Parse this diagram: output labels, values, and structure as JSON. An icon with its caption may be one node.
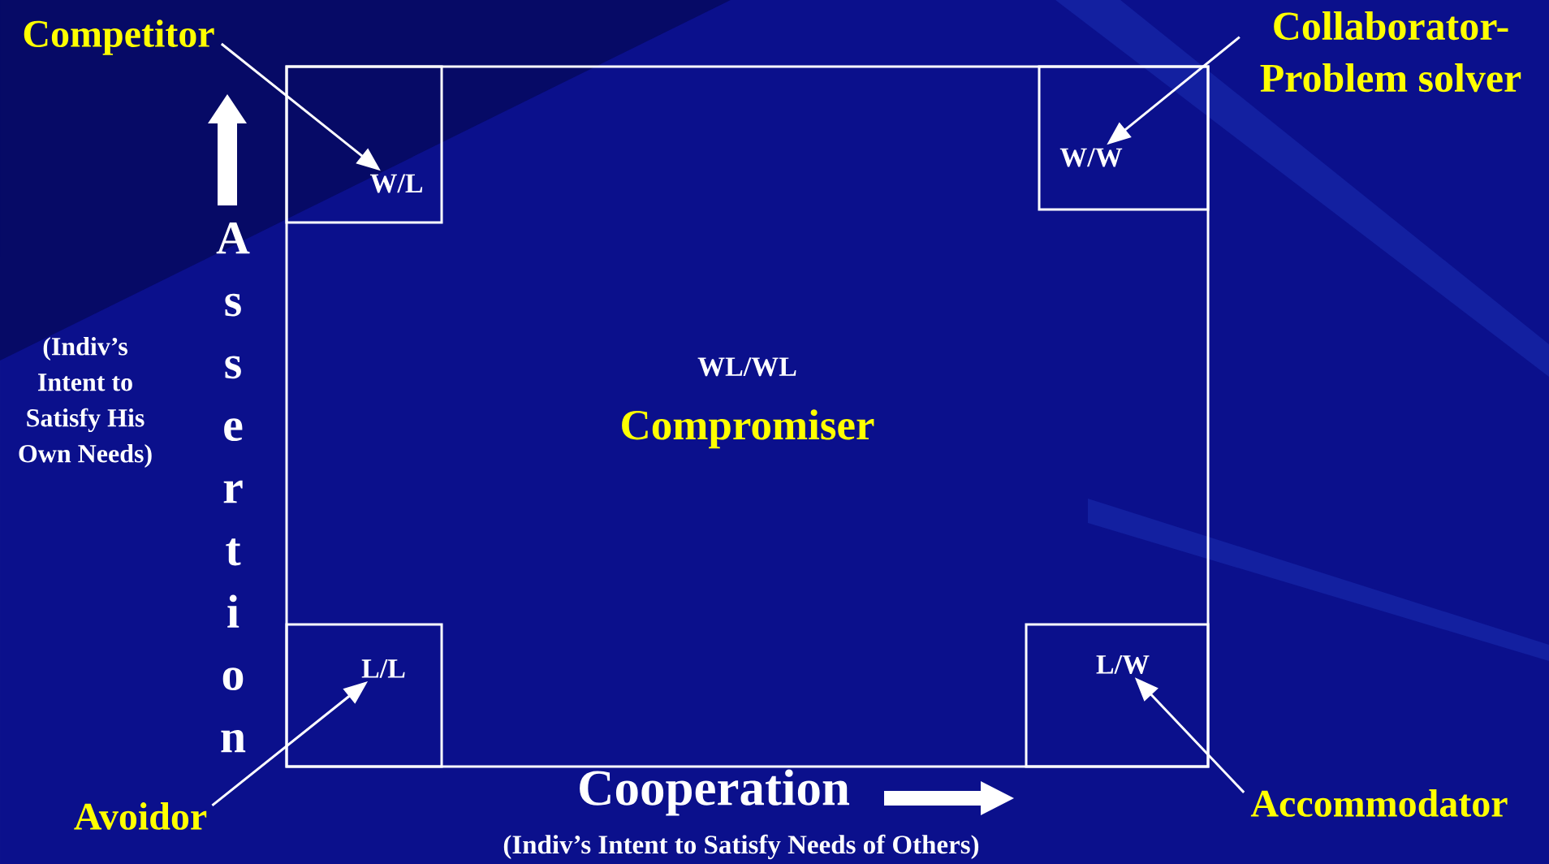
{
  "diagram": {
    "nodes": [
      {
        "text": [
          "WL/WL",
          "Compromiser"
        ]
      },
      {
        "text": [
          "W/L"
        ],
        "in": 0
      },
      {
        "text": [
          "W/W"
        ],
        "in": 0
      },
      {
        "text": [
          "L/L"
        ],
        "in": 0
      },
      {
        "text": [
          "L/W"
        ],
        "in": 0
      },
      {
        "text": [
          "Competitor"
        ]
      },
      {
        "text": [
          "Collaborator- Problem solver"
        ]
      },
      {
        "text": [
          "Avoidor"
        ]
      },
      {
        "text": [
          "Accommodator"
        ]
      }
    ],
    "edges": [
      {
        "from": 5,
        "to": 1,
        "arrow": "to"
      },
      {
        "from": 6,
        "to": 2,
        "arrow": "to"
      },
      {
        "from": 7,
        "to": 3,
        "arrow": "to"
      },
      {
        "from": 8,
        "to": 4,
        "arrow": "to"
      }
    ],
    "labels": [
      "(Indiv’s Intent to Satisfy His Own Needs)",
      "Assertion",
      "Cooperation",
      "(Indiv’s Intent to Satisfy Needs of Others)"
    ]
  }
}
